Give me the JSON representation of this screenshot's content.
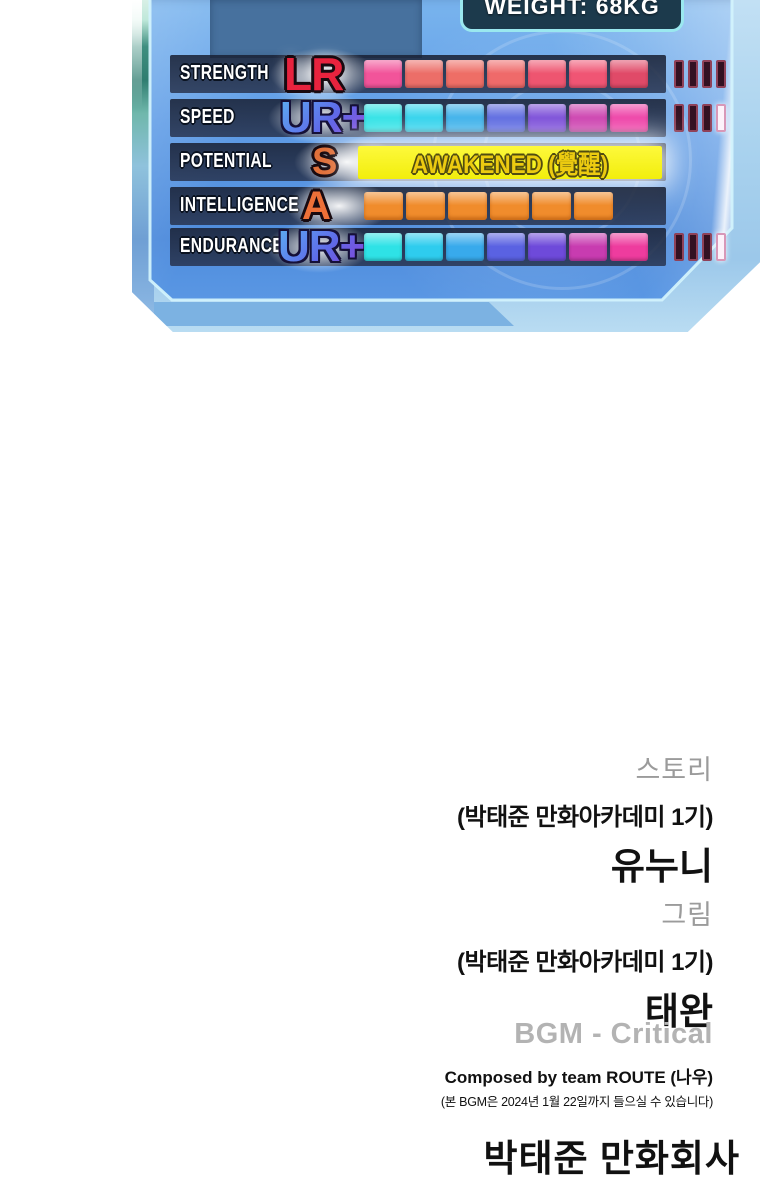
{
  "panel": {
    "weight_label": "WEIGHT: 68KG",
    "stats": [
      {
        "label": "STRENGTH",
        "grade": "LR",
        "grade_color": "#e8233e",
        "bar_colors": [
          "#f2549a",
          "#ec6e68",
          "#ee6e66",
          "#ef6a6a",
          "#ee5570",
          "#f05574",
          "#e04a68"
        ],
        "end_cells": [
          false,
          false,
          false,
          false
        ]
      },
      {
        "label": "SPEED",
        "grade": "UR+",
        "grade_color": "gradient-blue-purple",
        "bar_colors": [
          "#2ee2e6",
          "#2ed2ec",
          "#3ab0ea",
          "#5a68e0",
          "#7a4cd8",
          "#cc3fae",
          "#ee3fa6"
        ],
        "end_cells": [
          false,
          false,
          false,
          true
        ]
      },
      {
        "label": "POTENTIAL",
        "grade": "S",
        "grade_color": "#e0703a",
        "bar_text": "AWAKENED (覺醒)",
        "bar_fill_color": "#f2ee0c"
      },
      {
        "label": "INTELLIGENCE",
        "grade": "A",
        "grade_color": "#ee7038",
        "bar_colors": [
          "#f08c2c",
          "#f08c2c",
          "#f08c2c",
          "#f08c2c",
          "#f08c2c",
          "#f08c2c"
        ]
      },
      {
        "label": "ENDURANCE",
        "grade": "UR+",
        "grade_color": "gradient-blue-purple",
        "bar_colors": [
          "#2ee2e6",
          "#2eccee",
          "#38aaec",
          "#5a62e2",
          "#6e4ada",
          "#c83cb0",
          "#ee3c9e"
        ],
        "end_cells": [
          false,
          false,
          false,
          true
        ]
      }
    ]
  },
  "credits": {
    "story": {
      "role": "스토리",
      "affiliation": "(박태준 만화아카데미 1기)",
      "name": "유누니"
    },
    "art": {
      "role": "그림",
      "affiliation": "(박태준 만화아카데미 1기)",
      "name": "태완"
    },
    "bgm": {
      "title": "BGM - Critical",
      "composer": "Composed by team ROUTE (나우)",
      "notice": "(본 BGM은 2024년 1월 22일까지 들으실 수 있습니다)"
    },
    "company": "박태준 만화회사"
  }
}
